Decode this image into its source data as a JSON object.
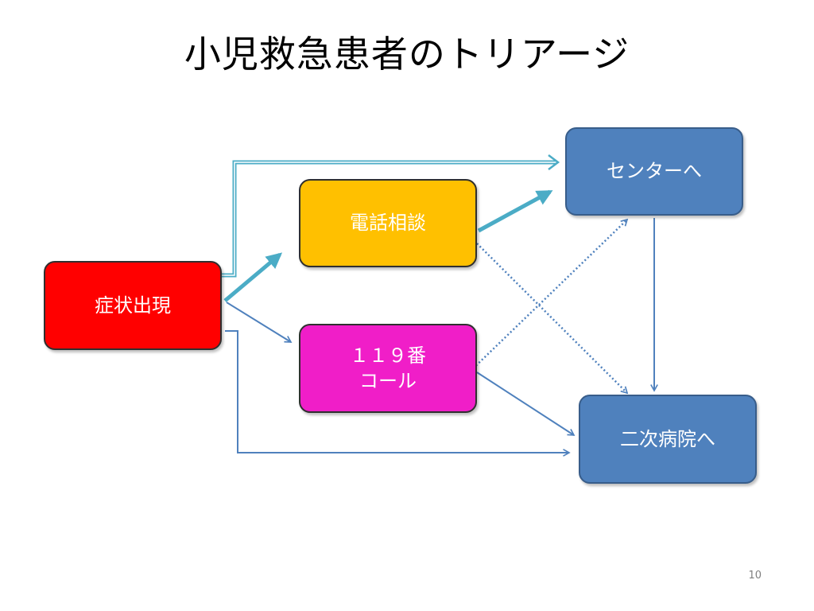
{
  "title": "小児救急患者のトリアージ",
  "page_number": "10",
  "nodes": {
    "symptom": {
      "label": "症状出現",
      "color": "#ff0000",
      "border": "#2f2f2f"
    },
    "phone": {
      "label": "電話相談",
      "color": "#ffc000",
      "border": "#2f2f2f"
    },
    "call119": {
      "label": "１１９番\nコール",
      "color": "#f01ec8",
      "border": "#2f2f2f"
    },
    "center": {
      "label": "センターへ",
      "color": "#4f81bd",
      "border": "#385d8a"
    },
    "hospital": {
      "label": "二次病院へ",
      "color": "#4f81bd",
      "border": "#385d8a"
    }
  },
  "colors": {
    "thick_arrow": "#4bacc6",
    "thin_arrow": "#4f81bd",
    "dotted_arrow": "#4f81bd"
  }
}
